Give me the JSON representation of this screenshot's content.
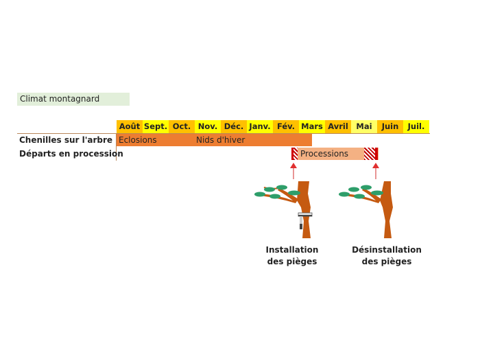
{
  "climate_label": "Climat montagnard",
  "months": [
    {
      "label": "Août",
      "color": "#ffc000"
    },
    {
      "label": "Sept.",
      "color": "#ffff00"
    },
    {
      "label": "Oct.",
      "color": "#ffc000"
    },
    {
      "label": "Nov.",
      "color": "#ffff00"
    },
    {
      "label": "Déc.",
      "color": "#ffc000"
    },
    {
      "label": "Janv.",
      "color": "#ffff00"
    },
    {
      "label": "Fév.",
      "color": "#ffc000"
    },
    {
      "label": "Mars",
      "color": "#ffff00"
    },
    {
      "label": "Avril",
      "color": "#ffc000"
    },
    {
      "label": "Mai",
      "color": "#ffff66"
    },
    {
      "label": "Juin",
      "color": "#ffc000"
    },
    {
      "label": "Juil.",
      "color": "#ffff00"
    }
  ],
  "rows": {
    "chenilles": {
      "label": "Chenilles sur l'arbre",
      "phase_1": "Eclosions",
      "phase_2": "Nids d'hiver",
      "color": "#ed7d31"
    },
    "departs": {
      "label": "Départs en procession",
      "phase": "Processions",
      "color": "#f4b183"
    }
  },
  "markers": {
    "install": {
      "line1": "Installation",
      "line2": "des pièges",
      "icon": "tree-with-trap"
    },
    "uninstall": {
      "line1": "Désinstallation",
      "line2": "des pièges",
      "icon": "tree"
    }
  },
  "colors": {
    "arrow": "#e03030",
    "trunk": "#c55a11",
    "foliage": "#2e9e6a"
  }
}
